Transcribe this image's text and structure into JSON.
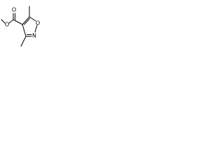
{
  "molecule": {
    "atoms": {
      "ester_oxygen": "O",
      "carbonyl_oxygen": "O",
      "ring_oxygen": "O",
      "ring_nitrogen": "N"
    }
  },
  "colors": {
    "bond": "#000000",
    "label": "#000000",
    "background": "#ffffff"
  }
}
